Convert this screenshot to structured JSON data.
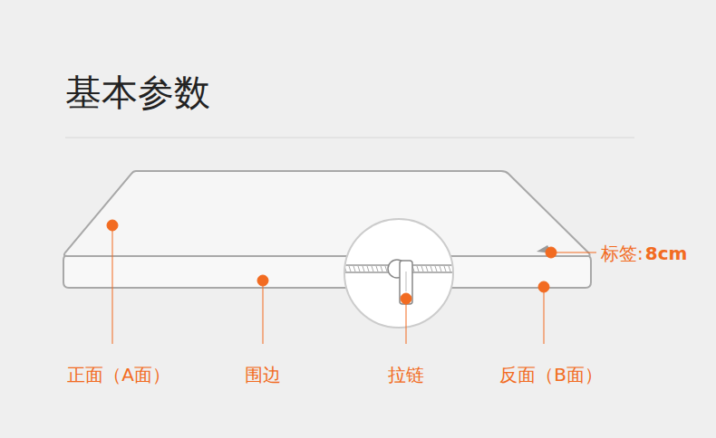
{
  "diagram": {
    "title": "基本参数",
    "labels": [
      "正面（A面）",
      "围边",
      "拉链",
      "反面（B面）",
      "标签:",
      "8cm"
    ]
  }
}
